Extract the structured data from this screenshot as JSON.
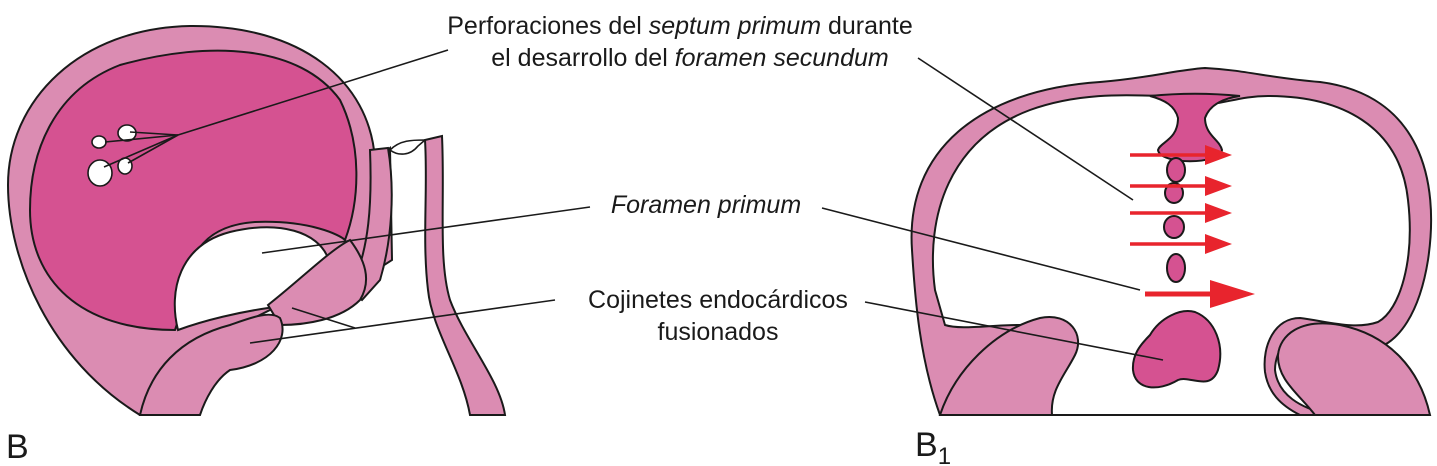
{
  "labels": {
    "perforaciones": {
      "line1_a": "Perforaciones del ",
      "line1_b": "septum primum",
      "line1_c": " durante",
      "line2_a": "el desarrollo del ",
      "line2_b": "foramen secundum"
    },
    "foramen_primum": "Foramen primum",
    "cojinetes": {
      "line1": "Cojinetes endocárdicos",
      "line2": "fusionados"
    },
    "panel_b": "B",
    "panel_b1_main": "B",
    "panel_b1_sub": "1"
  },
  "colors": {
    "tissue_light": "#db8cb2",
    "tissue_dark": "#d55291",
    "arrows": "#e8242d",
    "outline": "#1a1a1a"
  }
}
